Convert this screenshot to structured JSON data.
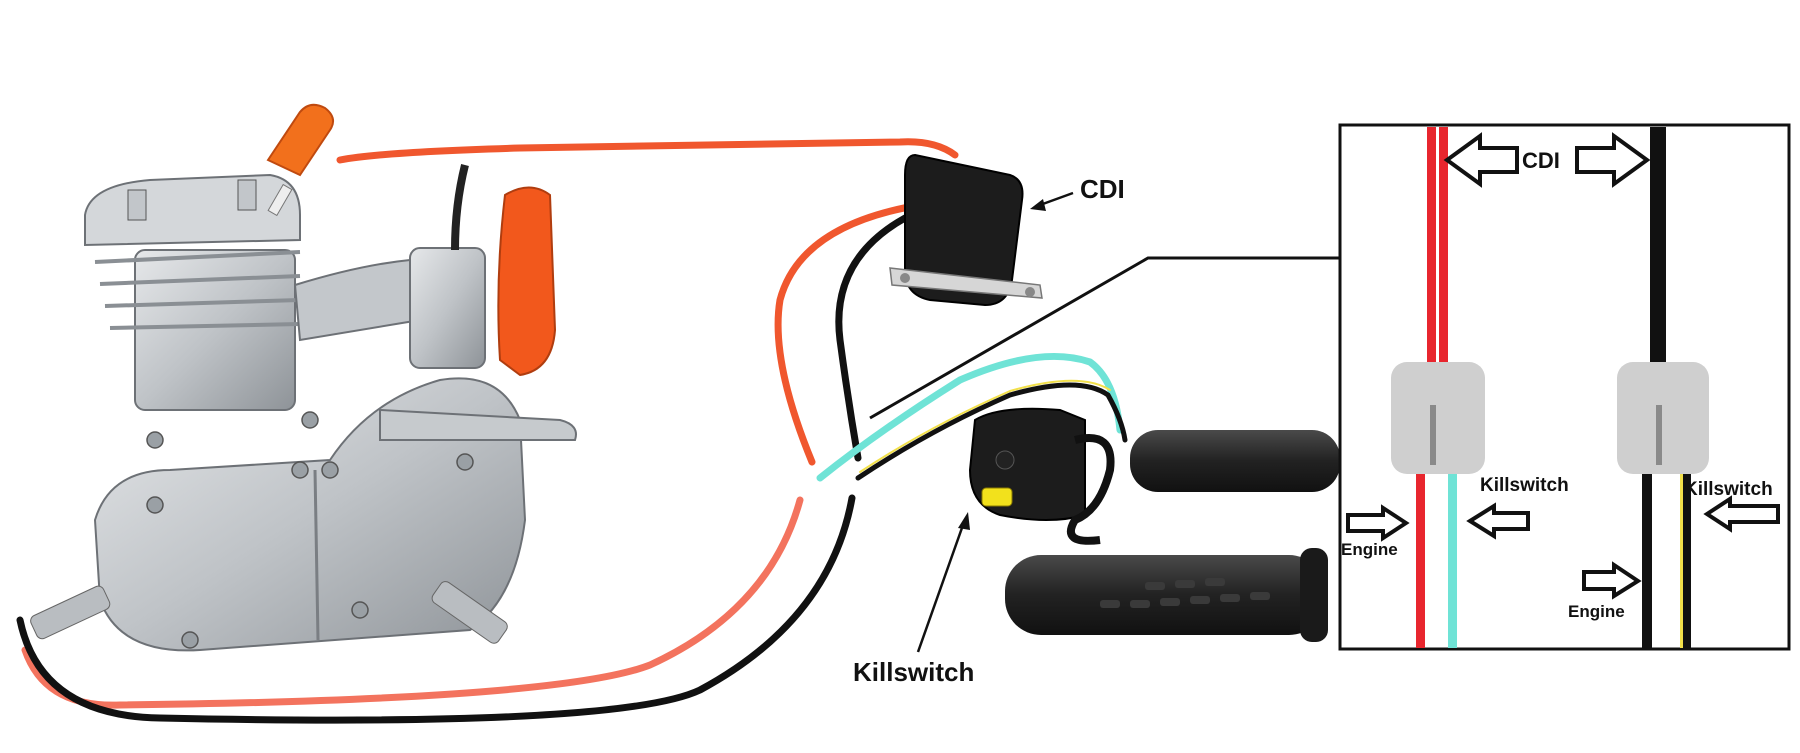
{
  "labels": {
    "cdi": "CDI",
    "killswitch": "Killswitch"
  },
  "inset": {
    "cdi": "CDI",
    "left_killswitch": "Killswitch",
    "left_engine": "Engine",
    "right_killswitch": "Killswitch",
    "right_engine": "Engine"
  },
  "colors": {
    "red_wire": "#e8262e",
    "orange_wire": "#f0572e",
    "salmon_wire": "#f3735e",
    "black_wire": "#111111",
    "cyan_wire": "#6fe3d6",
    "yellow_wire": "#f2e04a",
    "engine_metal": "#c9ccd0",
    "engine_orange": "#f25a1e",
    "connector_grey": "#cfcfcf"
  }
}
